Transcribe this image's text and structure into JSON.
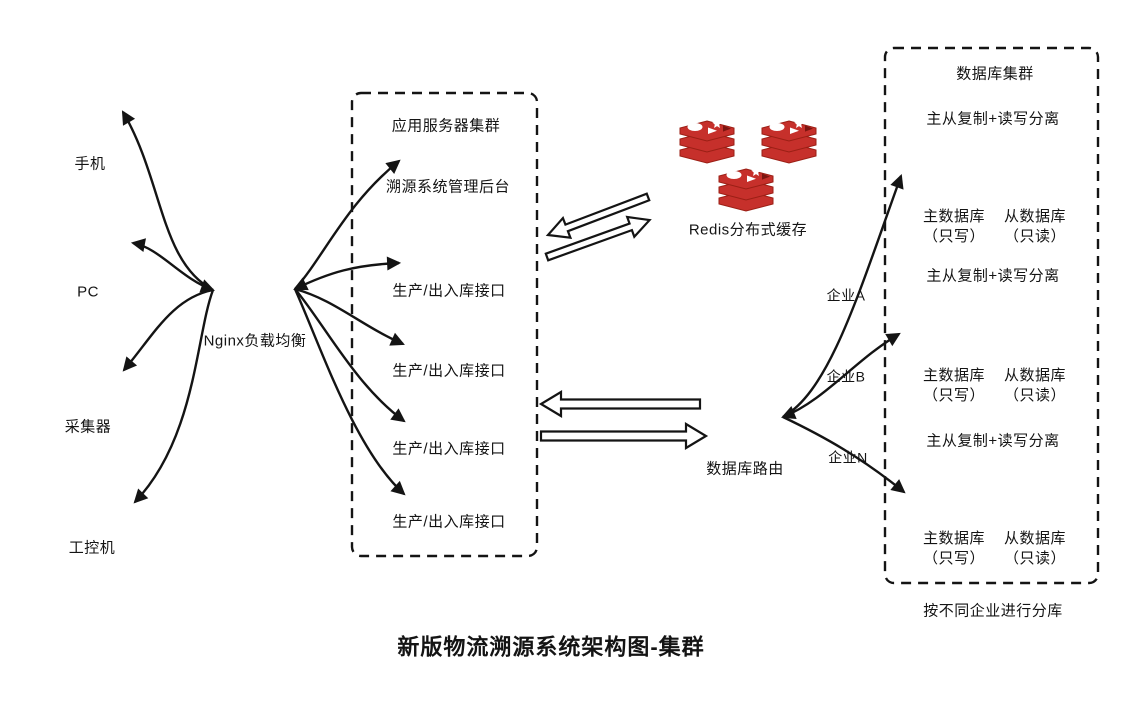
{
  "title": "新版物流溯源系统架构图-集群",
  "clients": {
    "items": [
      "手机",
      "PC",
      "采集器",
      "工控机"
    ]
  },
  "load_balancer": {
    "label": "Nginx负载均衡"
  },
  "app_cluster": {
    "title": "应用服务器集群",
    "nodes": [
      "溯源系统管理后台",
      "生产/出入库接口",
      "生产/出入库接口",
      "生产/出入库接口",
      "生产/出入库接口"
    ]
  },
  "cache": {
    "label": "Redis分布式缓存",
    "icon": "redis-stack-icon",
    "node_count": 3
  },
  "db_router": {
    "label": "数据库路由"
  },
  "enterprises": {
    "labels": [
      "企业A",
      "企业B",
      "企业N"
    ]
  },
  "db_cluster": {
    "title": "数据库集群",
    "groups": [
      {
        "replication": "主从复制+读写分离",
        "master": "主数据库",
        "master_mode": "（只写）",
        "slave": "从数据库",
        "slave_mode": "（只读）"
      },
      {
        "replication": "主从复制+读写分离",
        "master": "主数据库",
        "master_mode": "（只写）",
        "slave": "从数据库",
        "slave_mode": "（只读）"
      },
      {
        "replication": "主从复制+读写分离",
        "master": "主数据库",
        "master_mode": "（只写）",
        "slave": "从数据库",
        "slave_mode": "（只读）"
      }
    ],
    "footnote": "按不同企业进行分库"
  },
  "colors": {
    "line": "#141414",
    "redis_red": "#c6302b",
    "redis_dark": "#7c1510",
    "redis_edge": "#9b1f15"
  }
}
